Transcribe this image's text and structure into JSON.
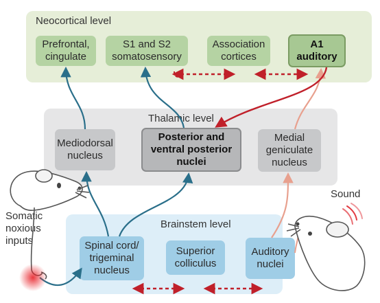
{
  "neocortical": {
    "title": "Neocortical level",
    "boxes": [
      "Prefrontal,\ncingulate",
      "S1 and S2\nsomatosensory",
      "Association\ncortices",
      "A1\nauditory"
    ]
  },
  "thalamic": {
    "title": "Thalamic level",
    "boxes": [
      "Mediodorsal\nnucleus",
      "Posterior and\nventral posterior\nnuclei",
      "Medial\ngeniculate\nnucleus"
    ]
  },
  "brainstem": {
    "title": "Brainstem level",
    "boxes": [
      "Spinal cord/\ntrigeminal\nnucleus",
      "Superior\ncolliculus",
      "Auditory\nnuclei"
    ]
  },
  "labels": {
    "somatic": "Somatic\nnoxious\ninputs",
    "sound": "Sound"
  },
  "colors": {
    "somatosensory_pathway": "#2a6f8a",
    "auditory_pathway": "#e8a08e",
    "cross_modal": "#c0202a"
  }
}
